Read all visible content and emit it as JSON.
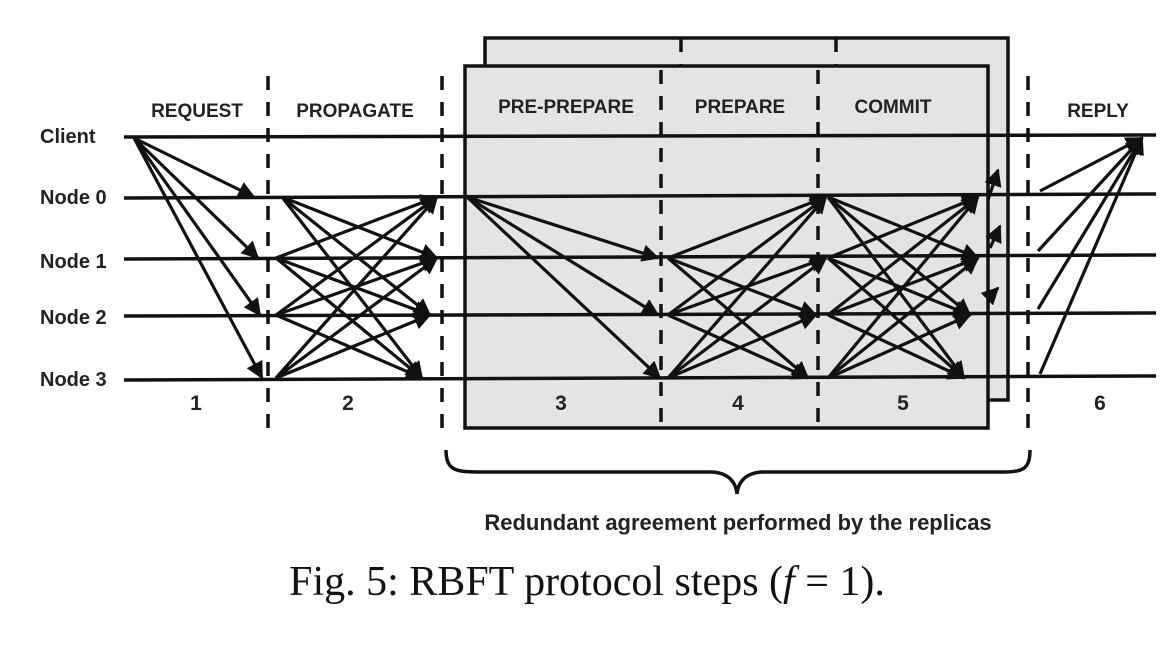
{
  "phases": [
    "REQUEST",
    "PROPAGATE",
    "PRE-PREPARE",
    "PREPARE",
    "COMMIT",
    "REPLY"
  ],
  "step_numbers": [
    "1",
    "2",
    "3",
    "4",
    "5",
    "6"
  ],
  "rows": [
    "Client",
    "Node 0",
    "Node 1",
    "Node 2",
    "Node 3"
  ],
  "brace_label": "Redundant agreement performed by the replicas",
  "caption": {
    "prefix": "Fig. 5: RBFT protocol steps (",
    "var": "f",
    "equals": " = 1",
    "suffix": ")."
  },
  "colors": {
    "ink": "#111111",
    "panel": "#e4e4e4",
    "text": "#222222"
  }
}
